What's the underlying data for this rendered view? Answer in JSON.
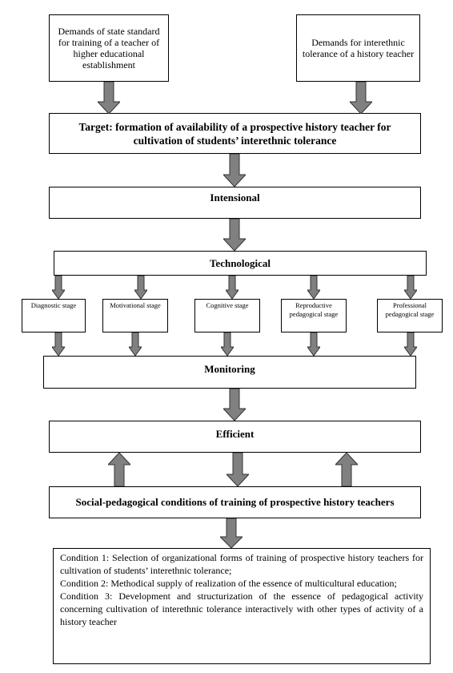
{
  "boxes": {
    "demand_state": "Demands of state standard for training of a teacher of higher educational establishment",
    "demand_tolerance": "Demands for interethnic tolerance of a history teacher",
    "target": "Target: formation of availability of a prospective history teacher for cultivation of students’ interethnic tolerance",
    "intensional": "Intensional",
    "technological": "Technological",
    "monitoring": "Monitoring",
    "efficient": "Efficient",
    "social": "Social-pedagogical conditions of training of prospective history teachers"
  },
  "stages": [
    "Diagnostic stage",
    "Motivational stage",
    "Cognitive stage",
    "Reproductive pedagogical stage",
    "Professional pedagogical stage"
  ],
  "conditions": [
    "Condition 1: Selection of organizational forms of training of prospective history teachers for cultivation of students’ interethnic tolerance;",
    "Condition 2: Methodical supply of realization of the essence of multicultural education;",
    "Condition 3: Development and structurization of the essence of pedagogical activity concerning cultivation of interethnic tolerance interactively with other types of activity of a history teacher"
  ],
  "colors": {
    "arrow_fill": "#808080",
    "arrow_stroke": "#333333",
    "border": "#000000"
  }
}
